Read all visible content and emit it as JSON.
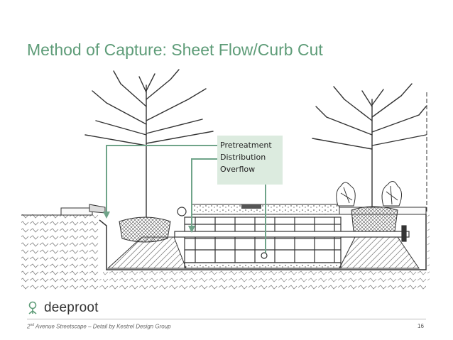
{
  "slide": {
    "title": "Method of Capture: Sheet Flow/Curb Cut",
    "callout": {
      "items": [
        "Pretreatment",
        "Distribution",
        "Overflow"
      ]
    },
    "logo": {
      "text": "deeproot",
      "icon": "tree-roots-icon"
    },
    "footer": {
      "ordinal_number": "2",
      "ordinal_suffix": "nd",
      "rest": " Avenue Streetscape – Detail by Kestrel Design Group"
    },
    "page_number": "16"
  },
  "colors": {
    "title": "#5e9c78",
    "callout_bg": "#dcebdf",
    "leader_lines": "#6fa489",
    "drawing": "#333333"
  }
}
